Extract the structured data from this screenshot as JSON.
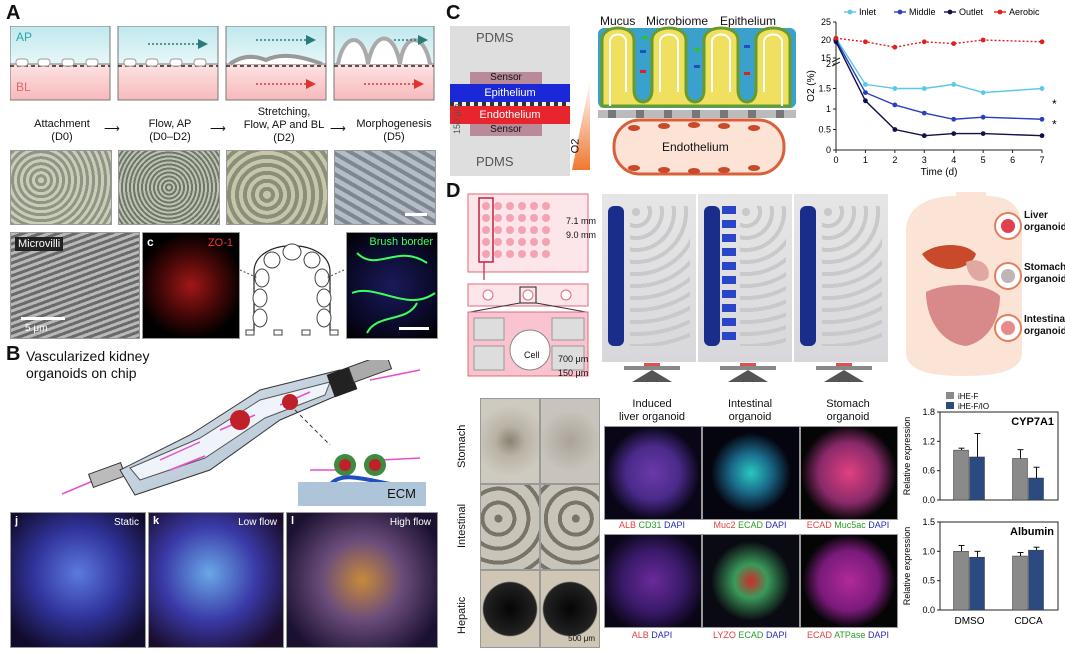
{
  "panels": {
    "A": {
      "label": "A",
      "ap": "AP",
      "bl": "BL",
      "stages": [
        "Attachment\n(D0)",
        "Flow, AP\n(D0–D2)",
        "Stretching,\nFlow, AP and BL\n(D2)",
        "Morphogenesis\n(D5)"
      ],
      "stage1": "Attachment",
      "stage1b": "(D0)",
      "stage2": "Flow, AP",
      "stage2b": "(D0–D2)",
      "stage3a": "Stretching,",
      "stage3b": "Flow, AP and BL",
      "stage3c": "(D2)",
      "stage4": "Morphogenesis",
      "stage4b": "(D5)",
      "microvilli": "Microvilli",
      "scale": "5 μm",
      "c": "c",
      "zo1": "ZO-1",
      "brush": "Brush border"
    },
    "B": {
      "label": "B",
      "title1": "Vascularized kidney",
      "title2": "organoids on chip",
      "ecm": "ECM",
      "j": "j",
      "static": "Static",
      "k": "k",
      "low": "Low flow",
      "l": "l",
      "high": "High flow"
    },
    "C": {
      "label": "C",
      "pdms_top": "PDMS",
      "pdms_bottom": "PDMS",
      "sensor1": "Sensor",
      "epithelium": "Epithelium",
      "endothelium": "Endothelium",
      "sensor2": "Sensor",
      "dim": "150 μm",
      "o2": "O2",
      "mucus": "Mucus",
      "microbiome": "Microbiome",
      "epithelium2": "Epithelium",
      "endothelium2": "Endothelium"
    },
    "D": {
      "label": "D",
      "dim1": "7.1 mm",
      "dim2": "9.0 mm",
      "cell": "Cell",
      "dim3": "700 μm",
      "dim4": "150 μm",
      "liver": "Liver\norganoid",
      "liver1": "Liver",
      "liver2": "organoid",
      "stomach1": "Stomach",
      "stomach2": "organoid",
      "intestinal1": "Intestinal",
      "intestinal2": "organoid",
      "rows": [
        "Stomach",
        "Intestinal",
        "Hepatic"
      ],
      "scale": "500 μm",
      "col1a": "Induced",
      "col1b": "liver organoid",
      "col2a": "Intestinal",
      "col2b": "organoid",
      "col3a": "Stomach",
      "col3b": "organoid",
      "stain1": [
        "ALB",
        "CD31",
        "DAPI"
      ],
      "stain2": [
        "Muc2",
        "ECAD",
        "DAPI"
      ],
      "stain3": [
        "ECAD",
        "Muc5ac",
        "DAPI"
      ],
      "stain4": [
        "ALB",
        "DAPI"
      ],
      "stain5": [
        "LYZO",
        "ECAD",
        "DAPI"
      ],
      "stain6": [
        "ECAD",
        "ATPase",
        "DAPI"
      ]
    }
  },
  "chart_data": [
    {
      "type": "line",
      "title": "",
      "xlabel": "Time (d)",
      "ylabel": "O2 (%)",
      "xlim": [
        0,
        7
      ],
      "ylim": [
        0,
        25
      ],
      "x": [
        0,
        1,
        2,
        3,
        4,
        5,
        6,
        7
      ],
      "yticks": [
        0,
        0.5,
        1,
        1.5,
        2,
        15,
        20,
        25
      ],
      "legend": "top",
      "series": [
        {
          "name": "Inlet",
          "color": "#5bc8e8",
          "x": [
            0,
            1,
            2,
            3,
            4,
            5,
            7
          ],
          "values": [
            20.5,
            1.6,
            1.5,
            1.5,
            1.6,
            1.4,
            1.5
          ]
        },
        {
          "name": "Middle",
          "color": "#2a3fbf",
          "x": [
            0,
            1,
            2,
            3,
            4,
            5,
            7
          ],
          "values": [
            20,
            1.4,
            1.1,
            0.9,
            0.75,
            0.8,
            0.75
          ]
        },
        {
          "name": "Outlet",
          "color": "#10104a",
          "x": [
            0,
            1,
            2,
            3,
            4,
            5,
            7
          ],
          "values": [
            19.5,
            1.2,
            0.5,
            0.35,
            0.4,
            0.4,
            0.35
          ]
        },
        {
          "name": "Aerobic",
          "color": "#e02020",
          "x": [
            0,
            1,
            2,
            3,
            4,
            5,
            7
          ],
          "values": [
            20.5,
            19.5,
            18,
            19.5,
            19,
            20,
            19.5
          ]
        }
      ],
      "annotations": [
        "*",
        "*"
      ]
    },
    {
      "type": "bar",
      "title": "CYP7A1",
      "categories": [
        "DMSO",
        "CDCA"
      ],
      "ylabel": "Relative expression",
      "ylim": [
        0,
        1.8
      ],
      "yticks": [
        0,
        0.6,
        1.2,
        1.8
      ],
      "series": [
        {
          "name": "iHE-F",
          "color": "#8a8a8a",
          "values": [
            1.02,
            0.85
          ],
          "err": [
            0.04,
            0.18
          ]
        },
        {
          "name": "iHE-F/IO",
          "color": "#2c4a80",
          "values": [
            0.88,
            0.45
          ],
          "err": [
            0.48,
            0.22
          ]
        }
      ]
    },
    {
      "type": "bar",
      "title": "Albumin",
      "categories": [
        "DMSO",
        "CDCA"
      ],
      "ylabel": "Relative expression",
      "ylim": [
        0,
        1.5
      ],
      "yticks": [
        0,
        0.5,
        1.0,
        1.5
      ],
      "series": [
        {
          "name": "iHE-F",
          "color": "#8a8a8a",
          "values": [
            1.0,
            0.92
          ],
          "err": [
            0.1,
            0.06
          ]
        },
        {
          "name": "iHE-F/IO",
          "color": "#2c4a80",
          "values": [
            0.9,
            1.02
          ],
          "err": [
            0.1,
            0.05
          ]
        }
      ]
    }
  ]
}
